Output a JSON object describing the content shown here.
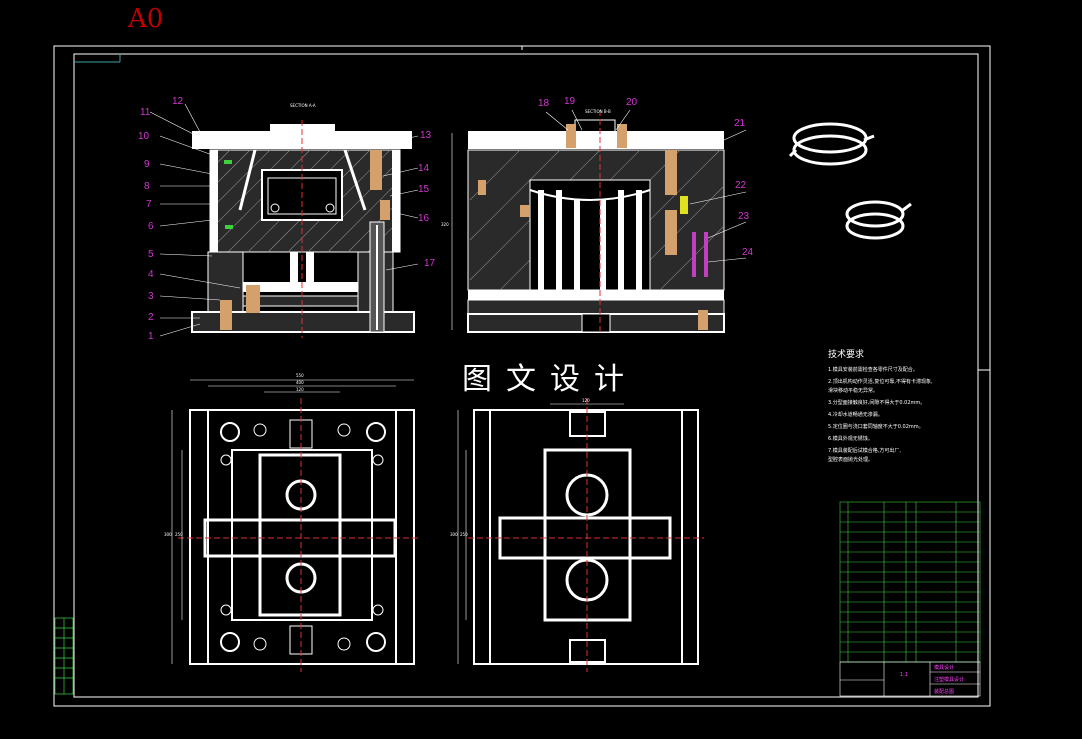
{
  "sheet": {
    "size_label": "A0"
  },
  "views": {
    "section_a_title": "SECTION A-A",
    "section_b_title": "SECTION B-B"
  },
  "watermark": {
    "text": "图文设计"
  },
  "part_numbers": {
    "left": [
      "1",
      "2",
      "3",
      "4",
      "5",
      "6",
      "7",
      "8",
      "9",
      "10",
      "11",
      "12",
      "13",
      "14",
      "15",
      "16",
      "17"
    ],
    "right": [
      "18",
      "19",
      "20",
      "21",
      "22",
      "23",
      "24"
    ]
  },
  "tech_notes": {
    "title": "技术要求",
    "items": [
      "1.模具安装前需检查各零件尺寸及配合。",
      "2.顶出机构动作灵活,复位可靠,不得有卡滞现象,",
      "  滑块移动平稳无异常。",
      "3.分型面接触良好,间隙不得大于0.02mm。",
      "4.冷却水道畅通无渗漏。",
      "5.定位圈与浇口套同轴度不大于0.02mm。",
      "6.模具外观无锈蚀。",
      "7.模具装配后试模合格,方可出厂,",
      "  型腔表面抛光处理。"
    ]
  },
  "dimensions": {
    "top_width": "550",
    "inner_width": "400",
    "center_width": "120",
    "right_width": "120",
    "left_height": "300",
    "left_height2": "250",
    "right_height": "300",
    "right_height2": "250",
    "sect_height": "320"
  },
  "title_block": {
    "scale": "1:1",
    "drawing_title": "注塑模具设计",
    "drawing_no": "装配总图",
    "school": "模具设计"
  }
}
